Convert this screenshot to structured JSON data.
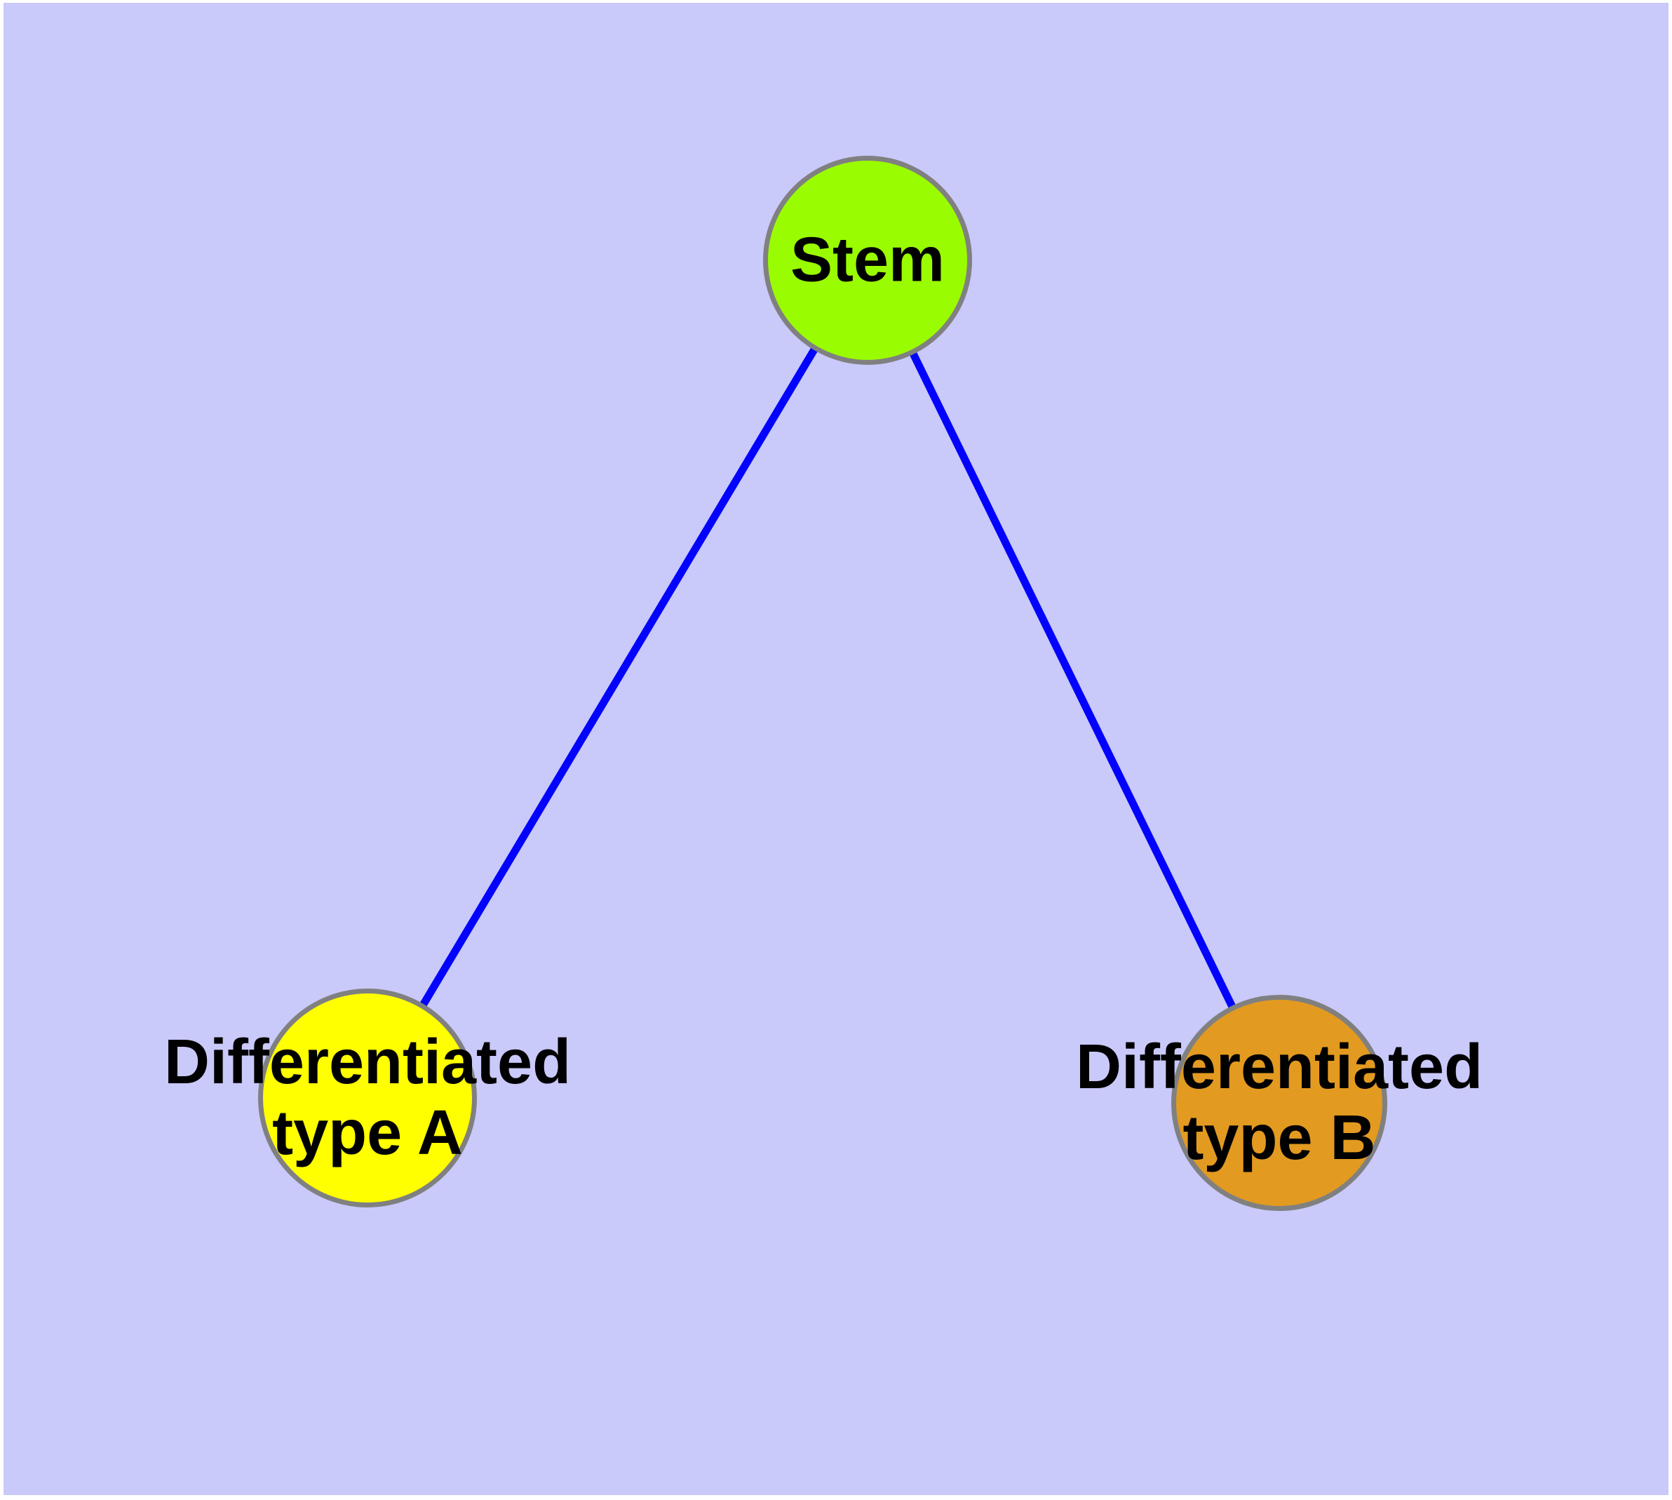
{
  "diagram": {
    "background_color": "#C9C9FA",
    "page_margin_color": "#FFFFFF",
    "edge_color": "#0202FD",
    "node_border_color": "#808080",
    "label_color": "#000000",
    "nodes": {
      "stem": {
        "label": "Stem",
        "fill": "#9AFC00"
      },
      "typeA": {
        "label": "Differentiated\ntype A",
        "fill": "#FFFF00"
      },
      "typeB": {
        "label": "Differentiated\ntype B",
        "fill": "#E39A20"
      }
    },
    "edges": [
      {
        "from": "Stem",
        "to": "Differentiated type A"
      },
      {
        "from": "Stem",
        "to": "Differentiated type B"
      }
    ]
  }
}
